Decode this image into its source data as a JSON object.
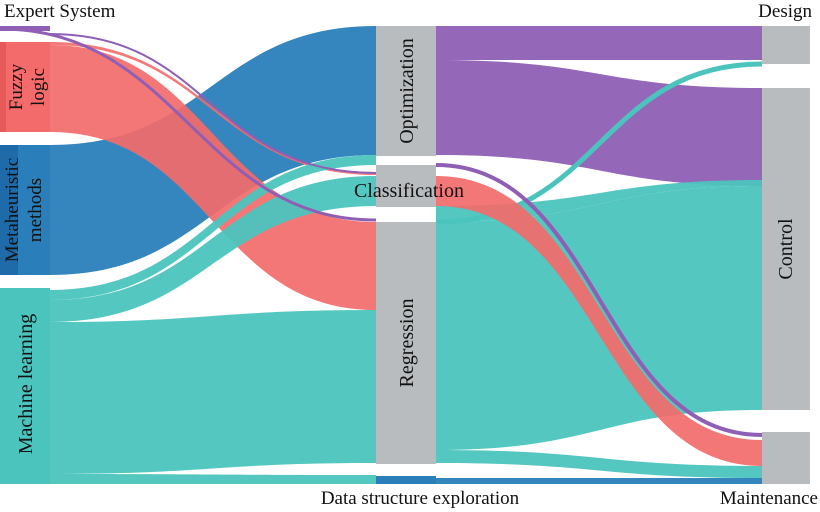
{
  "sources": [
    {
      "id": "expert",
      "label": "Expert System",
      "color": "#8e5fb5"
    },
    {
      "id": "fuzzy",
      "label": "Fuzzy logic",
      "line1": "Fuzzy",
      "line2": "logic",
      "color": "#f36b6b"
    },
    {
      "id": "meta",
      "label": "Metaheuristic methods",
      "line1": "Metaheuristic",
      "line2": "methods",
      "color": "#2a7fbb"
    },
    {
      "id": "ml",
      "label": "Machine learning",
      "color": "#4cc4be"
    }
  ],
  "tasks": [
    {
      "id": "optimization",
      "label": "Optimization"
    },
    {
      "id": "classification",
      "label": "Classification"
    },
    {
      "id": "regression",
      "label": "Regression"
    },
    {
      "id": "dse",
      "label": "Data structure exploration"
    }
  ],
  "applications": [
    {
      "id": "design",
      "label": "Design"
    },
    {
      "id": "control",
      "label": "Control"
    },
    {
      "id": "maintenance",
      "label": "Maintenance"
    }
  ],
  "node_color": "#b8bcbf"
}
